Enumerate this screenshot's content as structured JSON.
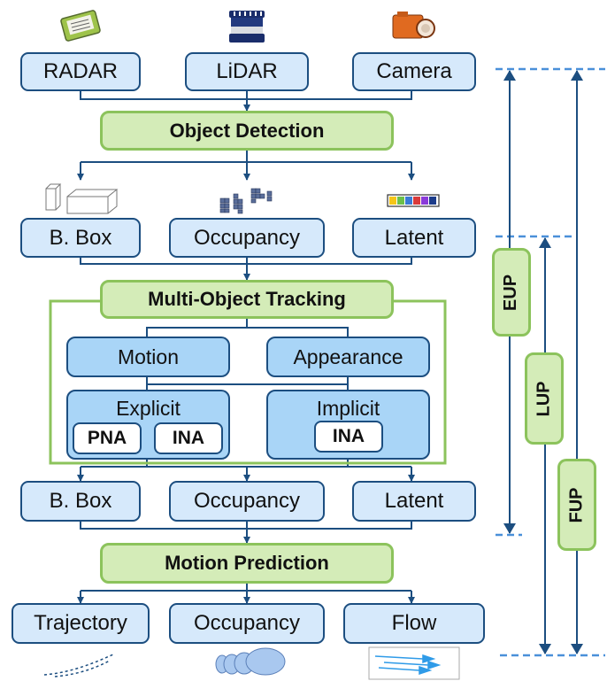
{
  "sensors": {
    "radar": "RADAR",
    "lidar": "LiDAR",
    "camera": "Camera"
  },
  "stages": {
    "detection": "Object Detection",
    "tracking": "Multi-Object Tracking",
    "prediction": "Motion Prediction"
  },
  "detection_outputs": {
    "bbox": "B. Box",
    "occupancy": "Occupancy",
    "latent": "Latent"
  },
  "tracking_modules": {
    "motion": "Motion",
    "appearance": "Appearance",
    "explicit": "Explicit",
    "implicit": "Implicit",
    "pna": "PNA",
    "ina_explicit": "INA",
    "ina_implicit": "INA"
  },
  "tracking_outputs": {
    "bbox": "B. Box",
    "occupancy": "Occupancy",
    "latent": "Latent"
  },
  "prediction_outputs": {
    "trajectory": "Trajectory",
    "occupancy": "Occupancy",
    "flow": "Flow"
  },
  "paradigms": {
    "eup": "EUP",
    "lup": "LUP",
    "fup": "FUP"
  },
  "colors": {
    "blue_fill": "#d6e9fb",
    "dark_blue_fill": "#a9d5f7",
    "blue_border": "#1c4e80",
    "green_fill": "#d4ecb8",
    "green_border": "#8cc35c",
    "arrow": "#1c4e80",
    "dashed": "#4a90d9"
  },
  "icons": {
    "radar": "radar-sensor-icon",
    "lidar": "lidar-sensor-icon",
    "camera": "camera-icon",
    "bbox": "bounding-box-icon",
    "occupancy": "occupancy-voxel-icon",
    "latent": "latent-feature-icon",
    "trajectory": "trajectory-curve-icon",
    "occupancy_pred": "occupancy-blob-icon",
    "flow": "flow-arrows-icon"
  }
}
